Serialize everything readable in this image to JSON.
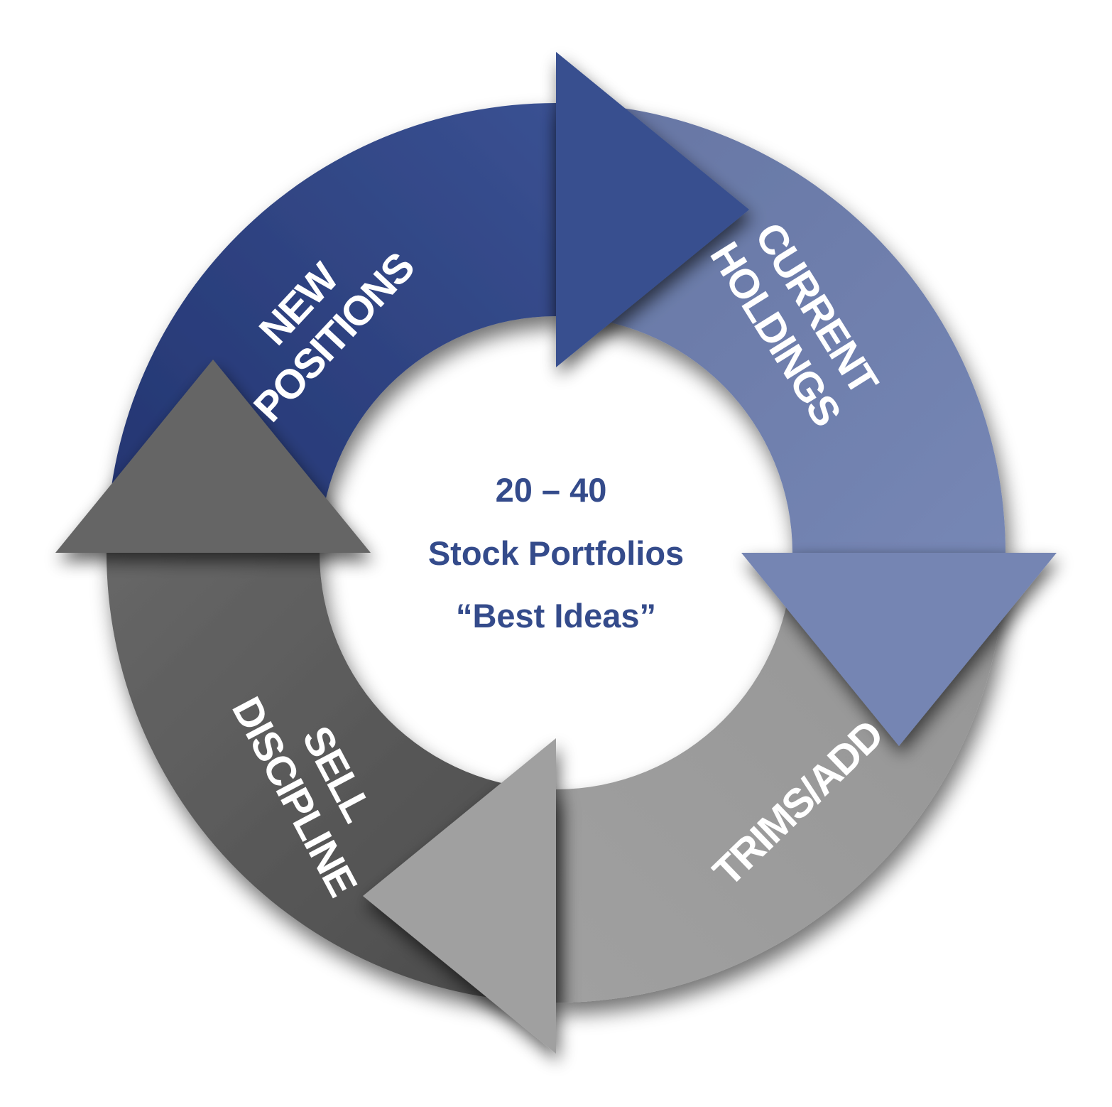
{
  "diagram": {
    "type": "cycle",
    "center": {
      "lines": [
        "20 – 40",
        "Stock Portfolios",
        "“Best Ideas”"
      ],
      "color": "#344b8b"
    },
    "segments": [
      {
        "id": "new-positions",
        "label_lines": [
          "NEW",
          "POSITIONS"
        ],
        "color_start": "#22336f",
        "color_end": "#3a5192",
        "head_color": "#38508f",
        "arrow_direction": "clockwise"
      },
      {
        "id": "current-holdings",
        "label_lines": [
          "CURRENT",
          "HOLDINGS"
        ],
        "color_start": "#6675a3",
        "color_end": "#7687b5",
        "head_color": "#7585b3",
        "arrow_direction": "clockwise"
      },
      {
        "id": "trims-add",
        "label_lines": [
          "TRIMS/ADD"
        ],
        "color_start": "#959595",
        "color_end": "#a0a0a0",
        "head_color": "#a0a0a0",
        "arrow_direction": "clockwise"
      },
      {
        "id": "sell-discipline",
        "label_lines": [
          "SELL",
          "DISCIPLINE"
        ],
        "color_start": "#4a4a4a",
        "color_end": "#676767",
        "head_color": "#656565",
        "arrow_direction": "clockwise"
      }
    ],
    "flow": [
      "NEW POSITIONS",
      "CURRENT HOLDINGS",
      "TRIMS/ADD",
      "SELL DISCIPLINE"
    ]
  }
}
